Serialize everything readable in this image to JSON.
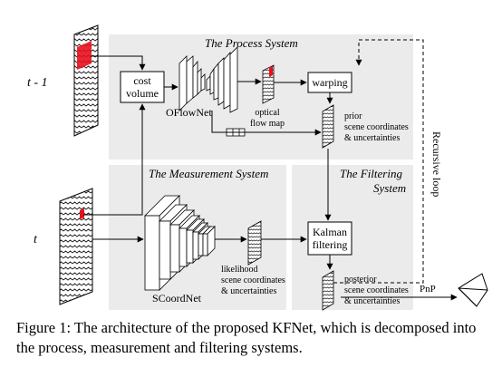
{
  "systems": {
    "process": "The Process System",
    "measurement": "The Measurement System",
    "filtering_line1": "The Filtering",
    "filtering_line2": "System"
  },
  "frames": {
    "previous": "t - 1",
    "current": "t"
  },
  "blocks": {
    "cost_volume_line1": "cost",
    "cost_volume_line2": "volume",
    "warping": "warping",
    "kalman_line1": "Kalman",
    "kalman_line2": "filtering"
  },
  "networks": {
    "oflownet": "OFlowNet",
    "scoordnet": "SCoordNet"
  },
  "labels": {
    "optical_line1": "optical",
    "optical_line2": "flow map",
    "prior_line1": "prior",
    "prior_line2": "scene coordinates",
    "prior_line3": "& uncertainties",
    "likelihood_line1": "likelihood",
    "likelihood_line2": "scene coordinates",
    "likelihood_line3": "& uncertainties",
    "posterior_line1": "posterior",
    "posterior_line2": "scene coordinates",
    "posterior_line3": "& uncertainties",
    "recursive": "Recursive loop",
    "pnp": "PnP"
  },
  "caption": "Figure 1: The architecture of the proposed KFNet, which is decomposed into the process, measurement and filtering systems.",
  "colors": {
    "panel": "#ebebeb",
    "highlight": "#e8101c",
    "stroke": "#000000"
  }
}
